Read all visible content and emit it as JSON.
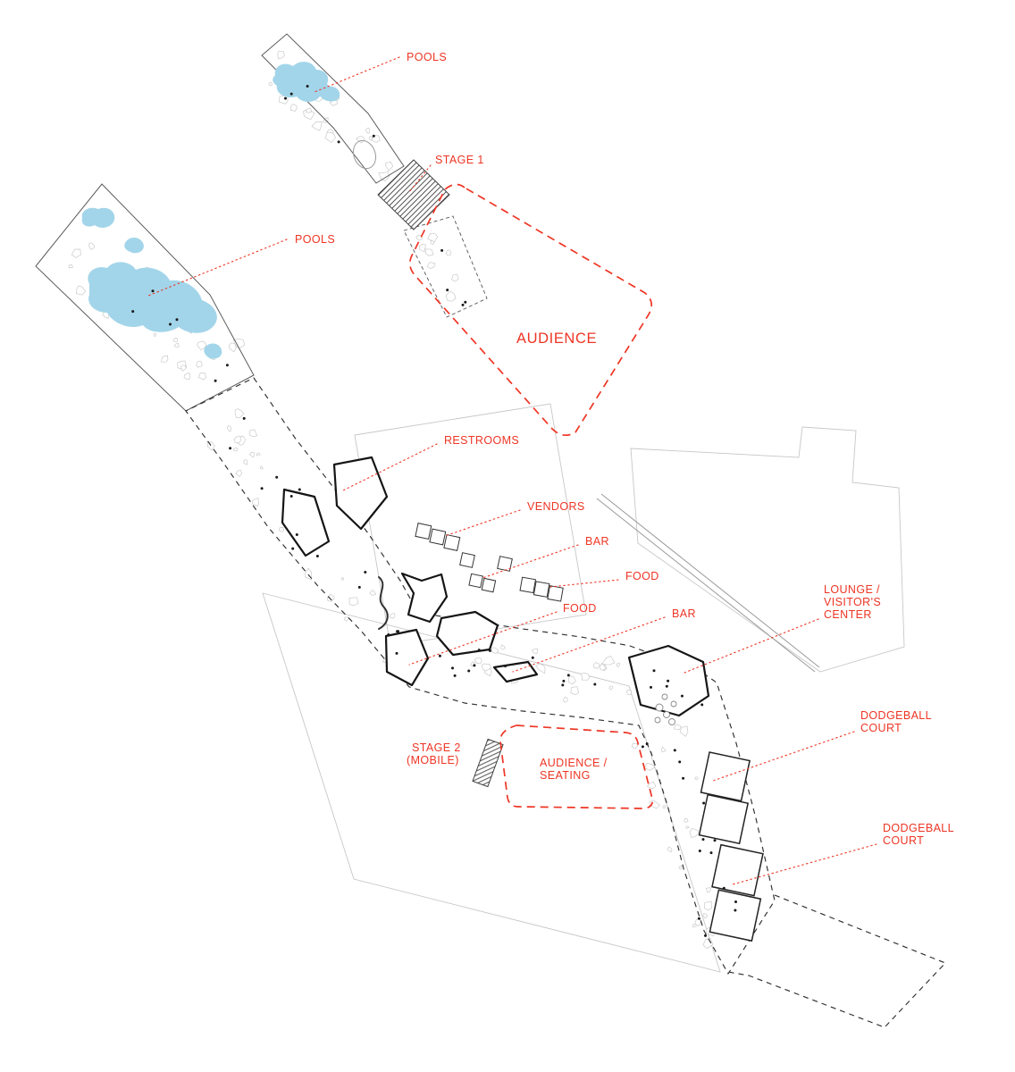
{
  "colors": {
    "label-red": "#ee3524",
    "pool-blue": "#a2d5ea",
    "outline-dark": "#2e2e2e",
    "outline-faint": "#c7c7c7"
  },
  "labels": {
    "pools_top": "POOLS",
    "stage1": "STAGE 1",
    "audience": "AUDIENCE",
    "pools_left": "POOLS",
    "restrooms": "RESTROOMS",
    "vendors": "VENDORS",
    "bar_1": "BAR",
    "food_1": "FOOD",
    "food_2": "FOOD",
    "bar_2": "BAR",
    "lounge_1": "LOUNGE /",
    "lounge_2": "VISITOR'S",
    "lounge_3": "CENTER",
    "dodgeball1_1": "DODGEBALL",
    "dodgeball1_2": "COURT",
    "stage2_1": "STAGE 2",
    "stage2_2": "(MOBILE)",
    "seating_1": "AUDIENCE /",
    "seating_2": "SEATING",
    "dodgeball2_1": "DODGEBALL",
    "dodgeball2_2": "COURT"
  }
}
